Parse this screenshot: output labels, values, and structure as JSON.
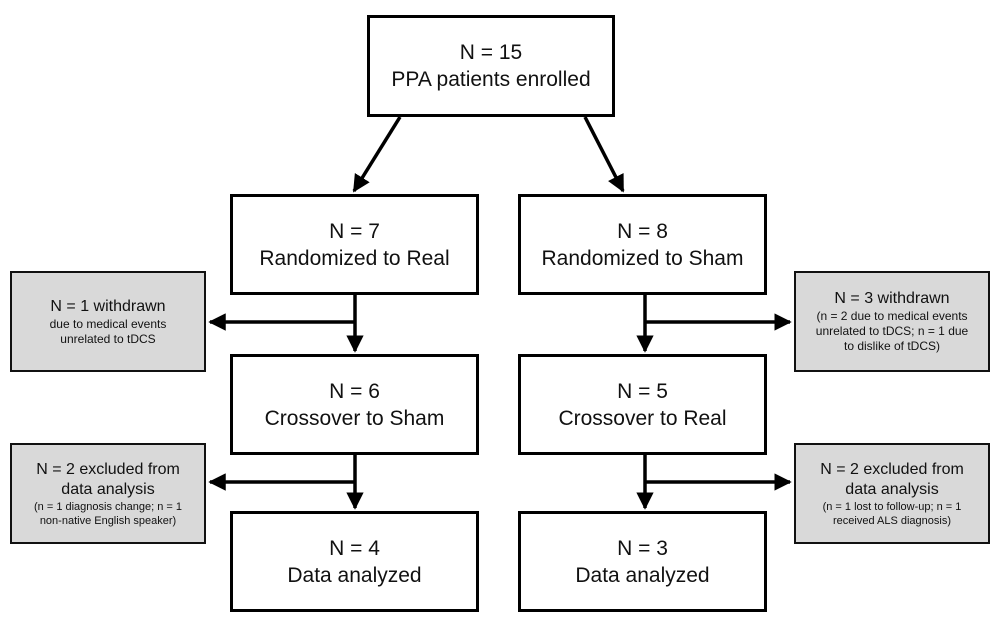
{
  "enrolled": {
    "count": "N = 15",
    "label": "PPA patients enrolled"
  },
  "real_arm": {
    "randomized": {
      "count": "N = 7",
      "label": "Randomized to Real"
    },
    "withdrawn": {
      "title": "N = 1 withdrawn",
      "detail_1": "due to medical events",
      "detail_2": "unrelated to tDCS"
    },
    "crossover": {
      "count": "N = 6",
      "label": "Crossover to Sham"
    },
    "excluded": {
      "title_1": "N = 2 excluded from",
      "title_2": "data analysis",
      "detail_1": "(n = 1 diagnosis change; n = 1",
      "detail_2": "non-native English speaker)"
    },
    "analyzed": {
      "count": "N = 4",
      "label": "Data analyzed"
    }
  },
  "sham_arm": {
    "randomized": {
      "count": "N = 8",
      "label": "Randomized to Sham"
    },
    "withdrawn": {
      "title": "N = 3 withdrawn",
      "detail_1": "(n = 2 due to medical events",
      "detail_2": "unrelated to tDCS; n = 1 due",
      "detail_3": "to dislike of tDCS)"
    },
    "crossover": {
      "count": "N = 5",
      "label": "Crossover to Real"
    },
    "excluded": {
      "title_1": "N = 2 excluded from",
      "title_2": "data analysis",
      "detail_1": "(n = 1 lost to follow-up; n = 1",
      "detail_2": "received ALS diagnosis)"
    },
    "analyzed": {
      "count": "N = 3",
      "label": "Data analyzed"
    }
  },
  "colors": {
    "box_border": "#000000",
    "side_box_fill": "#d9d9d9",
    "arrow": "#000000"
  }
}
